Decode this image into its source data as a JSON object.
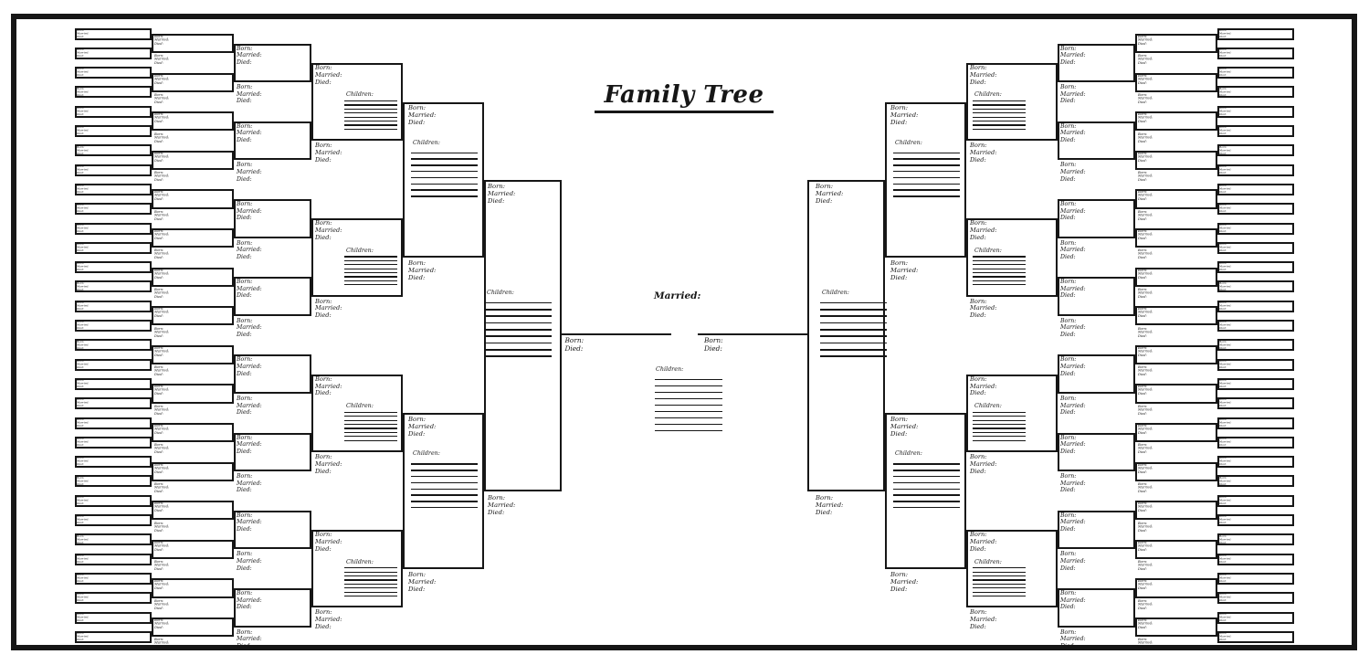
{
  "title": "Family Tree",
  "labels": {
    "born": "Born:",
    "married": "Married:",
    "died": "Died:",
    "children": "Children:"
  },
  "center": {
    "married_label": "Married:",
    "left_spouse_fields": [
      "Born:",
      "Died:"
    ],
    "right_spouse_fields": [
      "Born:",
      "Died:"
    ],
    "children_label": "Children:",
    "children_blank_lines": 9
  },
  "structure": {
    "sides": [
      "left",
      "right"
    ],
    "name_boxes_per_side": 32,
    "couples_per_column": {
      "c2": 16,
      "c3": 8,
      "c4": 4,
      "c5": 2,
      "c6": 1
    },
    "children_blank_lines": {
      "c4": 8,
      "c5": 8,
      "c6": 9,
      "center": 9
    },
    "name_box_field_lines": [
      "Born:",
      "Married:",
      "Died:"
    ],
    "person_field_lines": [
      "Born:",
      "Married:",
      "Died:"
    ],
    "root_field_lines": [
      "Born:",
      "Died:"
    ]
  },
  "colors": {
    "ink": "#161616",
    "paper": "#ffffff"
  }
}
